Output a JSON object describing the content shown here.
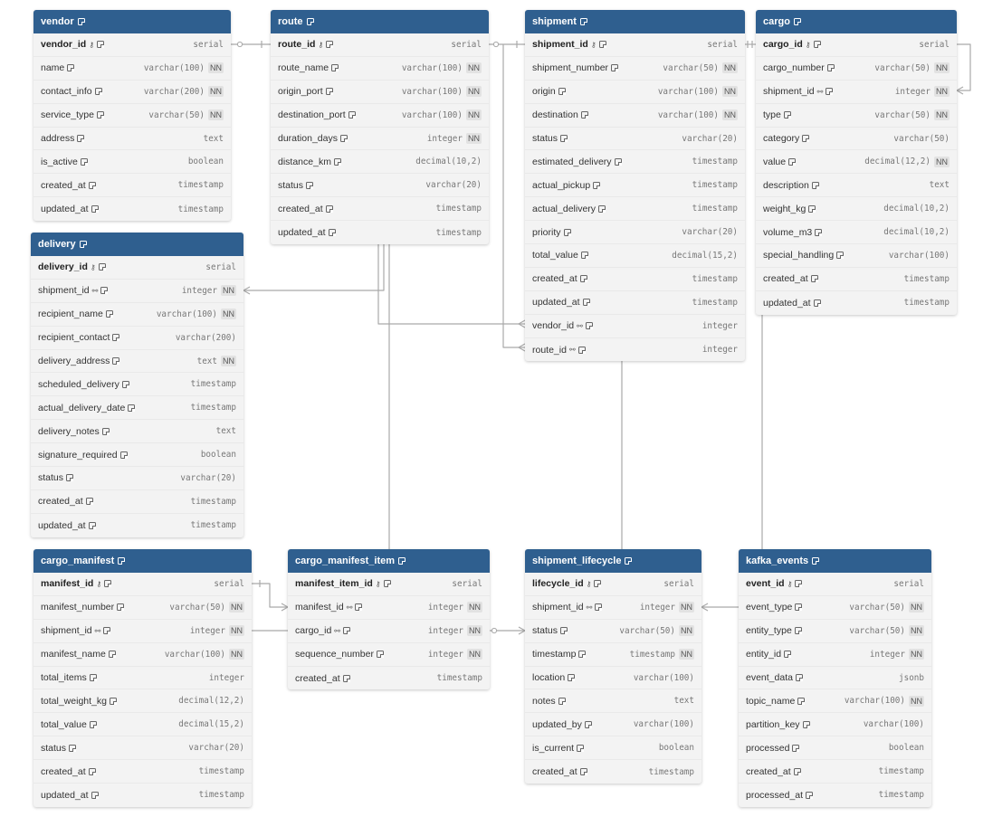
{
  "tables": [
    {
      "id": "vendor",
      "name": "vendor",
      "columns": [
        {
          "name": "vendor_id",
          "type": "serial",
          "pk": true
        },
        {
          "name": "name",
          "type": "varchar(100)",
          "nn": true
        },
        {
          "name": "contact_info",
          "type": "varchar(200)",
          "nn": true
        },
        {
          "name": "service_type",
          "type": "varchar(50)",
          "nn": true
        },
        {
          "name": "address",
          "type": "text"
        },
        {
          "name": "is_active",
          "type": "boolean"
        },
        {
          "name": "created_at",
          "type": "timestamp"
        },
        {
          "name": "updated_at",
          "type": "timestamp"
        }
      ]
    },
    {
      "id": "route",
      "name": "route",
      "columns": [
        {
          "name": "route_id",
          "type": "serial",
          "pk": true
        },
        {
          "name": "route_name",
          "type": "varchar(100)",
          "nn": true
        },
        {
          "name": "origin_port",
          "type": "varchar(100)",
          "nn": true
        },
        {
          "name": "destination_port",
          "type": "varchar(100)",
          "nn": true
        },
        {
          "name": "duration_days",
          "type": "integer",
          "nn": true
        },
        {
          "name": "distance_km",
          "type": "decimal(10,2)"
        },
        {
          "name": "status",
          "type": "varchar(20)"
        },
        {
          "name": "created_at",
          "type": "timestamp"
        },
        {
          "name": "updated_at",
          "type": "timestamp"
        }
      ]
    },
    {
      "id": "shipment",
      "name": "shipment",
      "columns": [
        {
          "name": "shipment_id",
          "type": "serial",
          "pk": true
        },
        {
          "name": "shipment_number",
          "type": "varchar(50)",
          "nn": true
        },
        {
          "name": "origin",
          "type": "varchar(100)",
          "nn": true
        },
        {
          "name": "destination",
          "type": "varchar(100)",
          "nn": true
        },
        {
          "name": "status",
          "type": "varchar(20)"
        },
        {
          "name": "estimated_delivery",
          "type": "timestamp"
        },
        {
          "name": "actual_pickup",
          "type": "timestamp"
        },
        {
          "name": "actual_delivery",
          "type": "timestamp"
        },
        {
          "name": "priority",
          "type": "varchar(20)"
        },
        {
          "name": "total_value",
          "type": "decimal(15,2)"
        },
        {
          "name": "created_at",
          "type": "timestamp"
        },
        {
          "name": "updated_at",
          "type": "timestamp"
        },
        {
          "name": "vendor_id",
          "type": "integer",
          "fk": true
        },
        {
          "name": "route_id",
          "type": "integer",
          "fk": true
        }
      ]
    },
    {
      "id": "cargo",
      "name": "cargo",
      "columns": [
        {
          "name": "cargo_id",
          "type": "serial",
          "pk": true
        },
        {
          "name": "cargo_number",
          "type": "varchar(50)",
          "nn": true
        },
        {
          "name": "shipment_id",
          "type": "integer",
          "nn": true,
          "fk": true
        },
        {
          "name": "type",
          "type": "varchar(50)",
          "nn": true
        },
        {
          "name": "category",
          "type": "varchar(50)"
        },
        {
          "name": "value",
          "type": "decimal(12,2)",
          "nn": true
        },
        {
          "name": "description",
          "type": "text"
        },
        {
          "name": "weight_kg",
          "type": "decimal(10,2)"
        },
        {
          "name": "volume_m3",
          "type": "decimal(10,2)"
        },
        {
          "name": "special_handling",
          "type": "varchar(100)"
        },
        {
          "name": "created_at",
          "type": "timestamp"
        },
        {
          "name": "updated_at",
          "type": "timestamp"
        }
      ]
    },
    {
      "id": "delivery",
      "name": "delivery",
      "columns": [
        {
          "name": "delivery_id",
          "type": "serial",
          "pk": true
        },
        {
          "name": "shipment_id",
          "type": "integer",
          "nn": true,
          "fk": true
        },
        {
          "name": "recipient_name",
          "type": "varchar(100)",
          "nn": true
        },
        {
          "name": "recipient_contact",
          "type": "varchar(200)"
        },
        {
          "name": "delivery_address",
          "type": "text",
          "nn": true
        },
        {
          "name": "scheduled_delivery",
          "type": "timestamp"
        },
        {
          "name": "actual_delivery_date",
          "type": "timestamp"
        },
        {
          "name": "delivery_notes",
          "type": "text"
        },
        {
          "name": "signature_required",
          "type": "boolean"
        },
        {
          "name": "status",
          "type": "varchar(20)"
        },
        {
          "name": "created_at",
          "type": "timestamp"
        },
        {
          "name": "updated_at",
          "type": "timestamp"
        }
      ]
    },
    {
      "id": "cargo_manifest",
      "name": "cargo_manifest",
      "columns": [
        {
          "name": "manifest_id",
          "type": "serial",
          "pk": true
        },
        {
          "name": "manifest_number",
          "type": "varchar(50)",
          "nn": true
        },
        {
          "name": "shipment_id",
          "type": "integer",
          "nn": true,
          "fk": true
        },
        {
          "name": "manifest_name",
          "type": "varchar(100)",
          "nn": true
        },
        {
          "name": "total_items",
          "type": "integer"
        },
        {
          "name": "total_weight_kg",
          "type": "decimal(12,2)"
        },
        {
          "name": "total_value",
          "type": "decimal(15,2)"
        },
        {
          "name": "status",
          "type": "varchar(20)"
        },
        {
          "name": "created_at",
          "type": "timestamp"
        },
        {
          "name": "updated_at",
          "type": "timestamp"
        }
      ]
    },
    {
      "id": "cargo_manifest_item",
      "name": "cargo_manifest_item",
      "columns": [
        {
          "name": "manifest_item_id",
          "type": "serial",
          "pk": true
        },
        {
          "name": "manifest_id",
          "type": "integer",
          "nn": true,
          "fk": true
        },
        {
          "name": "cargo_id",
          "type": "integer",
          "nn": true,
          "fk": true
        },
        {
          "name": "sequence_number",
          "type": "integer",
          "nn": true
        },
        {
          "name": "created_at",
          "type": "timestamp"
        }
      ]
    },
    {
      "id": "shipment_lifecycle",
      "name": "shipment_lifecycle",
      "columns": [
        {
          "name": "lifecycle_id",
          "type": "serial",
          "pk": true
        },
        {
          "name": "shipment_id",
          "type": "integer",
          "nn": true,
          "fk": true
        },
        {
          "name": "status",
          "type": "varchar(50)",
          "nn": true
        },
        {
          "name": "timestamp",
          "type": "timestamp",
          "nn": true
        },
        {
          "name": "location",
          "type": "varchar(100)"
        },
        {
          "name": "notes",
          "type": "text"
        },
        {
          "name": "updated_by",
          "type": "varchar(100)"
        },
        {
          "name": "is_current",
          "type": "boolean"
        },
        {
          "name": "created_at",
          "type": "timestamp"
        }
      ]
    },
    {
      "id": "kafka_events",
      "name": "kafka_events",
      "columns": [
        {
          "name": "event_id",
          "type": "serial",
          "pk": true
        },
        {
          "name": "event_type",
          "type": "varchar(50)",
          "nn": true
        },
        {
          "name": "entity_type",
          "type": "varchar(50)",
          "nn": true
        },
        {
          "name": "entity_id",
          "type": "integer",
          "nn": true
        },
        {
          "name": "event_data",
          "type": "jsonb"
        },
        {
          "name": "topic_name",
          "type": "varchar(100)",
          "nn": true
        },
        {
          "name": "partition_key",
          "type": "varchar(100)"
        },
        {
          "name": "processed",
          "type": "boolean"
        },
        {
          "name": "created_at",
          "type": "timestamp"
        },
        {
          "name": "processed_at",
          "type": "timestamp"
        }
      ]
    }
  ],
  "nn_label": "NN"
}
